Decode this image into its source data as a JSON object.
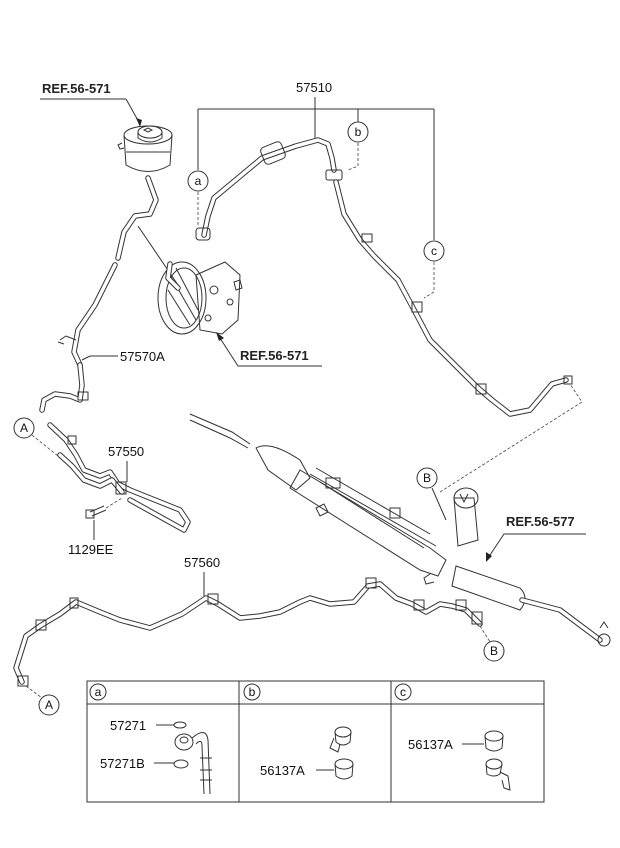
{
  "diagram": {
    "title": "Power Steering Hose & Bracket",
    "references": {
      "ref_reservoir": "REF.56-571",
      "ref_pump": "REF.56-571",
      "ref_gear_box": "REF.56-577"
    },
    "part_labels": {
      "pressure_hose": "57510",
      "suction_hose": "57570A",
      "oil_cooler": "57550",
      "bolt": "1129EE",
      "return_tube": "57560"
    },
    "callouts": {
      "a": "a",
      "b": "b",
      "c": "c",
      "A_top": "A",
      "A_bottom": "A",
      "B_top": "B",
      "B_bottom": "B"
    },
    "detail_table": {
      "columns": [
        {
          "key": "a",
          "label": "a",
          "parts": [
            "57271",
            "57271B"
          ]
        },
        {
          "key": "b",
          "label": "b",
          "parts": [
            "56137A"
          ]
        },
        {
          "key": "c",
          "label": "c",
          "parts": [
            "56137A"
          ]
        }
      ]
    }
  }
}
